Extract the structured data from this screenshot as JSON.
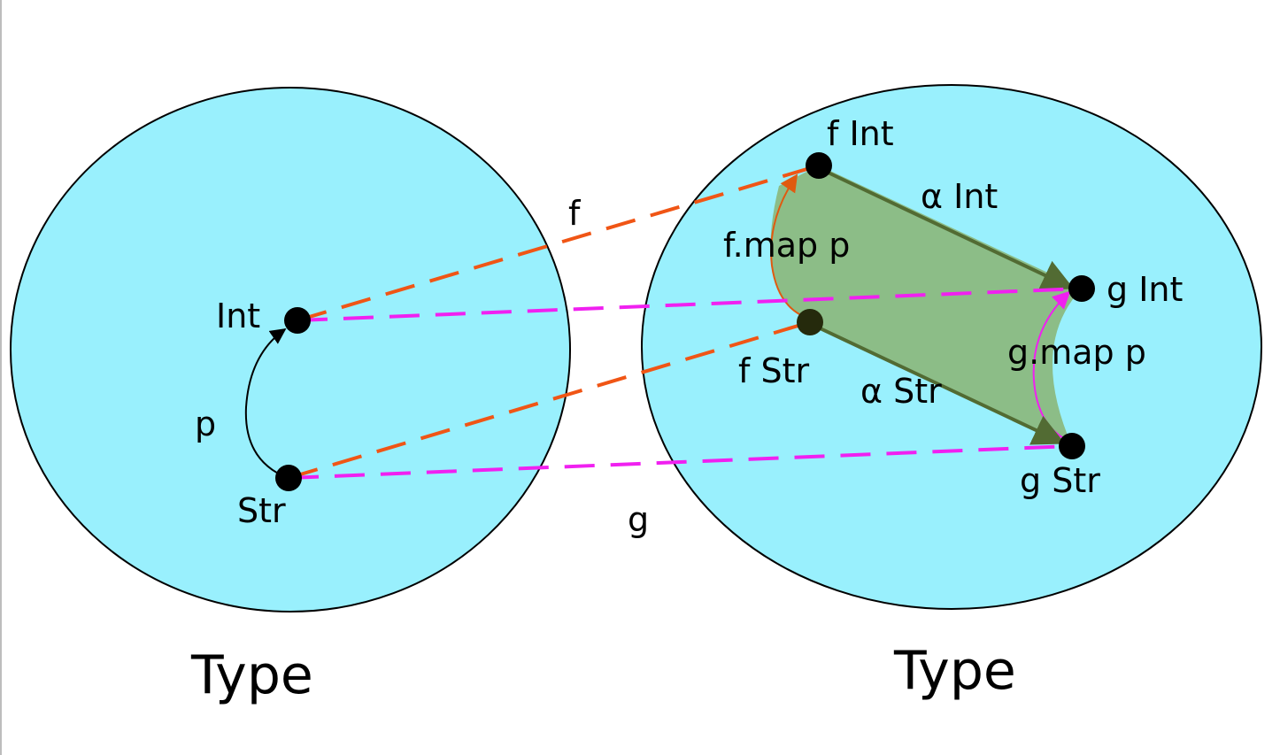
{
  "colors": {
    "category_fill": "#99f0fd",
    "natural_fill": "#8cbd87",
    "natural_stroke": "#526b33",
    "functor_f": "#f05515",
    "functor_g": "#f020f0",
    "object": "#000000"
  },
  "left_category": {
    "label": "Type",
    "objects": {
      "int": "Int",
      "str": "Str"
    },
    "morphism": "p"
  },
  "right_category": {
    "label": "Type",
    "objects": {
      "f_int": "f Int",
      "f_str": "f Str",
      "g_int": "g Int",
      "g_str": "g Str"
    },
    "morphisms": {
      "fmap": "f.map p",
      "gmap": "g.map p",
      "alpha_int": "α Int",
      "alpha_str": "α Str"
    }
  },
  "functors": {
    "f": "f",
    "g": "g"
  }
}
